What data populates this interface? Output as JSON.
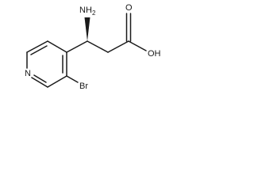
{
  "molecule": {
    "labels": {
      "amine": "NH",
      "amine_sub": "2",
      "carbonyl_o": "O",
      "hydroxyl": "OH",
      "ring_n": "N",
      "bromo": "Br"
    },
    "stereo_bond": "wedge",
    "colors": {
      "ink": "#1a1a1a",
      "background": "#ffffff"
    }
  }
}
